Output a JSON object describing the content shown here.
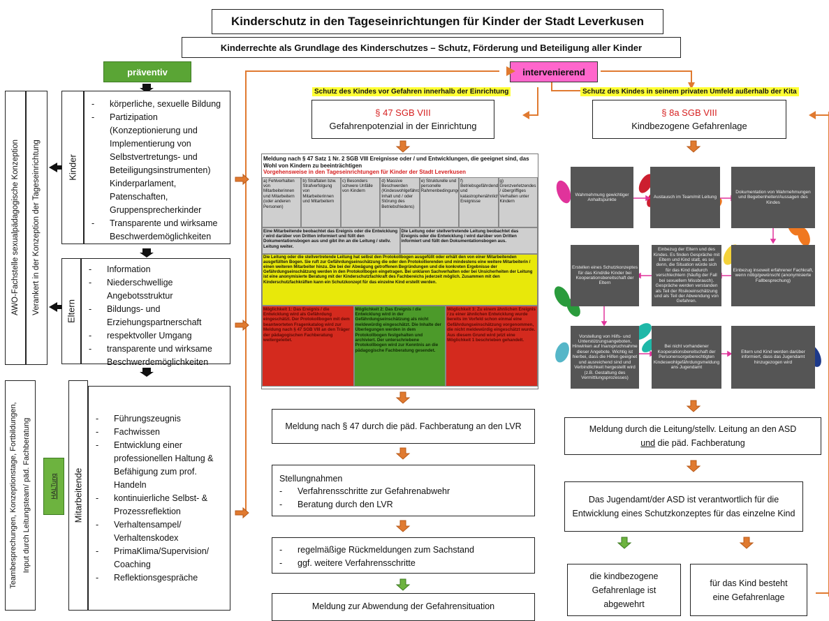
{
  "title": "Kinderschutz in den Tageseinrichtungen für Kinder der Stadt Leverkusen",
  "subtitle": "Kinderrechte als Grundlage des Kinderschutzes – Schutz, Förderung und Beteiligung aller Kinder",
  "praeventiv": "präventiv",
  "intervenierend": "intervenierend",
  "side": {
    "awo": "AWO-Fachstelle sexualpädagogische Konzeption",
    "verankert": "Verankert in der Konzeption der Tageseinrichtung",
    "team": "Teambesprechungen, Konzeptionstage, Fortbildungen, Input durch Leitungsteam/ päd. Fachberatung",
    "haltung": "HALTung"
  },
  "kinder": {
    "label": "Kinder",
    "items": [
      {
        "t": "körperliche, sexuelle Bildung",
        "d": true
      },
      {
        "t": "Partizipation",
        "d": true
      },
      {
        "t": "(Konzeptionierung und",
        "d": false
      },
      {
        "t": "Implementierung von",
        "d": false
      },
      {
        "t": "Selbstvertretungs- und",
        "d": false
      },
      {
        "t": "Beteiligungsinstrumenten)",
        "d": false
      },
      {
        "t": "Kinderparlament,",
        "d": false
      },
      {
        "t": "Patenschaften,",
        "d": false
      },
      {
        "t": "Gruppensprecherkinder",
        "d": false
      },
      {
        "t": "Transparente und wirksame",
        "d": true
      },
      {
        "t": "Beschwerdemöglichkeiten",
        "d": false
      }
    ]
  },
  "eltern": {
    "label": "Eltern",
    "items": [
      {
        "t": "Information",
        "d": true
      },
      {
        "t": "Niederschwellige",
        "d": true
      },
      {
        "t": "Angebotsstruktur",
        "d": false
      },
      {
        "t": "Bildungs- und",
        "d": true
      },
      {
        "t": "Erziehungspartnerschaft",
        "d": false
      },
      {
        "t": "respektvoller Umgang",
        "d": true
      },
      {
        "t": "transparente und wirksame",
        "d": true
      },
      {
        "t": "Beschwerdemöglichkeiten",
        "d": false
      }
    ]
  },
  "mitarbeitende": {
    "label": "Mitarbeitende",
    "items": [
      {
        "t": "Führungszeugnis",
        "d": true
      },
      {
        "t": "Fachwissen",
        "d": true
      },
      {
        "t": "Entwicklung einer",
        "d": true
      },
      {
        "t": "professionellen Haltung &",
        "d": false
      },
      {
        "t": "Befähigung zum prof.",
        "d": false
      },
      {
        "t": "Handeln",
        "d": false
      },
      {
        "t": "kontinuierliche Selbst- &",
        "d": true
      },
      {
        "t": "Prozessreflektion",
        "d": false
      },
      {
        "t": "Verhaltensampel/",
        "d": true
      },
      {
        "t": "Verhaltenskodex",
        "d": false
      },
      {
        "t": "PrimaKlima/Supervision/",
        "d": true
      },
      {
        "t": "Coaching",
        "d": false
      },
      {
        "t": "Reflektionsgespräche",
        "d": true
      }
    ]
  },
  "mid": {
    "yellow": "Schutz des Kindes vor Gefahren innerhalb der Einrichtung",
    "law": "§ 47 SGB VIII",
    "law_sub": "Gefahrenpotenzial in der Einrichtung",
    "table": {
      "head": "Meldung nach § 47 Satz 1 Nr. 2 SGB VIII Ereignisse oder / und Entwicklungen, die geeignet sind, das Wohl von Kindern zu beeinträchtigen",
      "head_red": "Vorgehensweise in den Tageseinrichtungen für Kinder der Stadt Leverkusen",
      "cols": [
        "a) Fehlverhalten von Mitarbeiterinnen und Mitarbeitern (oder anderen Personen)",
        "b) Straftaten bzw. Strafverfolgung von Mitarbeiterinnen und Mitarbeitern",
        "c) Besonders schwere Unfälle von Kindern",
        "d) Massive Beschwerden (Kindeswohlgefährdender Inhalt und / oder Störung des Betriebsfriedens)",
        "e) Strukturelle und personelle Rahmenbedingungen",
        "f) Betriebsgefährdende und katastrophenähnliche Ereignisse",
        "g) Grenzverletzendes / übergriffiges Verhalten unter Kindern"
      ],
      "row2_left": "Eine Mitarbeitende beobachtet das Ereignis oder die Entwicklung / wird darüber von Dritten informiert und füllt den Dokumentationsbogen aus und gibt ihn an die Leitung / stellv. Leitung weiter.",
      "row2_right": "Die Leitung oder stellvertretende Leitung beobachtet das Ereignis oder die Entwicklung / wird darüber von Dritten informiert und füllt den Dokumentationsbogen aus.",
      "row3": "Die Leitung oder die stellvertretende Leitung hat selbst den Protokollbogen ausgefüllt oder erhält den von einer Mitarbeitenden ausgefüllten Bogen. Sie ruft zur Gefährdungseinschätzung die oder den Protokollierenden und mindestens eine weitere Mitarbeiterin / einen weiteren Mitarbeiter hinzu. Die bei der Abwägung getroffenen Begründungen und die konkreten Ergebnisse der Gefährdungseinschätzung werden in den Protokollbogen eingetragen. Bei unklaren Sachverhalten oder bei Unsicherheiten der Leitung ist eine anonymisierte Beratung mit der Kinderschutzfachkraft des Fachbereichs jederzeit möglich. Zusammen mit den Kinderschutzfachkräften kann ein Schutzkonzept für das einzelne Kind erstellt werden.",
      "m1": "Möglichkeit 1: Das Ereignis / die Entwicklung wird als Gefährdung eingeschätzt. Der Protokollbogen mit dem beantworteten Fragenkatalog wird zur Meldung nach § 47 SGB VIII an den Träger der pädagogischen Fachberatung weitergeleitet.",
      "m2": "Möglichkeit 2: Das Ereignis / die Entwicklung wird in der Gefährdungseinschätzung als nicht meldewürdig eingeschätzt. Die Inhalte der Überlegungen werden in dem Protokollbogen festgehalten und archiviert. Der unterschriebene Protokollbogen wird zur Kenntnis an die pädagogische Fachberatung gesendet.",
      "m3": "Möglichkeit 3: Zu einem ähnlichen Ereignis / zu einer ähnlichen Entwicklung wurde bereits im Vorfeld schon einmal eine Gefährdungseinschätzung vorgenommen, die nicht meldewürdig eingeschätzt wurde. Aus diesem Grund wird jetzt eine Möglichkeit 1 beschrieben gehandelt."
    },
    "box1": "Meldung nach § 47 durch die päd. Fachberatung an den LVR",
    "box2_title": "Stellungnahmen",
    "box2_items": [
      "Verfahrensschritte zur Gefahrenabwehr",
      "Beratung durch den LVR"
    ],
    "box3_items": [
      "regelmäßige Rückmeldungen zum Sachstand",
      "ggf. weitere Verfahrensschritte"
    ],
    "box4": "Meldung zur Abwendung der Gefahrensituation"
  },
  "right": {
    "yellow": "Schutz des Kindes in seinem privaten Umfeld außerhalb der Kita",
    "law": "§ 8a SGB VIII",
    "law_sub": "Kindbezogene Gefahrenlage",
    "steps": [
      "Wahrnehmung gewichtiger Anhaltspunkte",
      "Austausch im Team/mit Leitung",
      "Dokumentation von Wahrnehmungen und Begebenheiten/Aussagen des Kindes",
      "Einbezug insoweit erfahrener Fachkraft, wenn nötig/gewünscht (anonymisierte Fallbesprechung)",
      "Einbezug der Eltern und des Kindes. Es finden Gespräche mit Eltern und Kind statt, es sei denn, die Situation würde sich für das Kind dadurch verschlechtern (häufig der Fall bei sexuellem Missbrauch). Gespräche werden verstanden als Teil der Risikoeinschätzung und als Teil der Abwendung von Gefahren.",
      "Erstellen eines Schutzkonzeptes für das Kind/die Kinder bei Kooperationsbereitschaft der Eltern",
      "Vorstellung von Hilfs- und Unterstützungsangeboten, Hinwirken auf Inanspruchnahme dieser Angebote. Wichtig ist hierbei, dass die Hilfen geeignet und ausreichend sind und Verbindlichkeit hergestellt wird (z.B. Gestaltung des Vermittlungsprozesses)",
      "Bei nicht vorhandener Kooperationsbereitschaft der Personensorgeberechtigten Kindeswohlgefährdungsmeldung ans Jugendamt",
      "Eltern und Kind werden darüber informiert, dass das Jugendamt hinzugezogen wird"
    ],
    "box1_a": "Meldung durch die Leitung/stellv. Leitung an den ASD",
    "box1_b_u": "und",
    "box1_b": " die päd. Fachberatung",
    "box2": "Das Jugendamt/der ASD ist verantwortlich für die Entwicklung eines Schutzkonzeptes für das einzelne Kind",
    "box3": "die kindbezogene Gefahrenlage ist abgewehrt",
    "box4": "für das Kind besteht eine Gefahrenlage"
  },
  "colors": {
    "green": "#5aa535",
    "pink": "#ff66cc",
    "orange": "#e07a30",
    "red_cell": "#d42a1e",
    "green_cell": "#4c9a2a",
    "yellow_cell": "#e8e80a",
    "step_gray": "#5a5a5a"
  }
}
